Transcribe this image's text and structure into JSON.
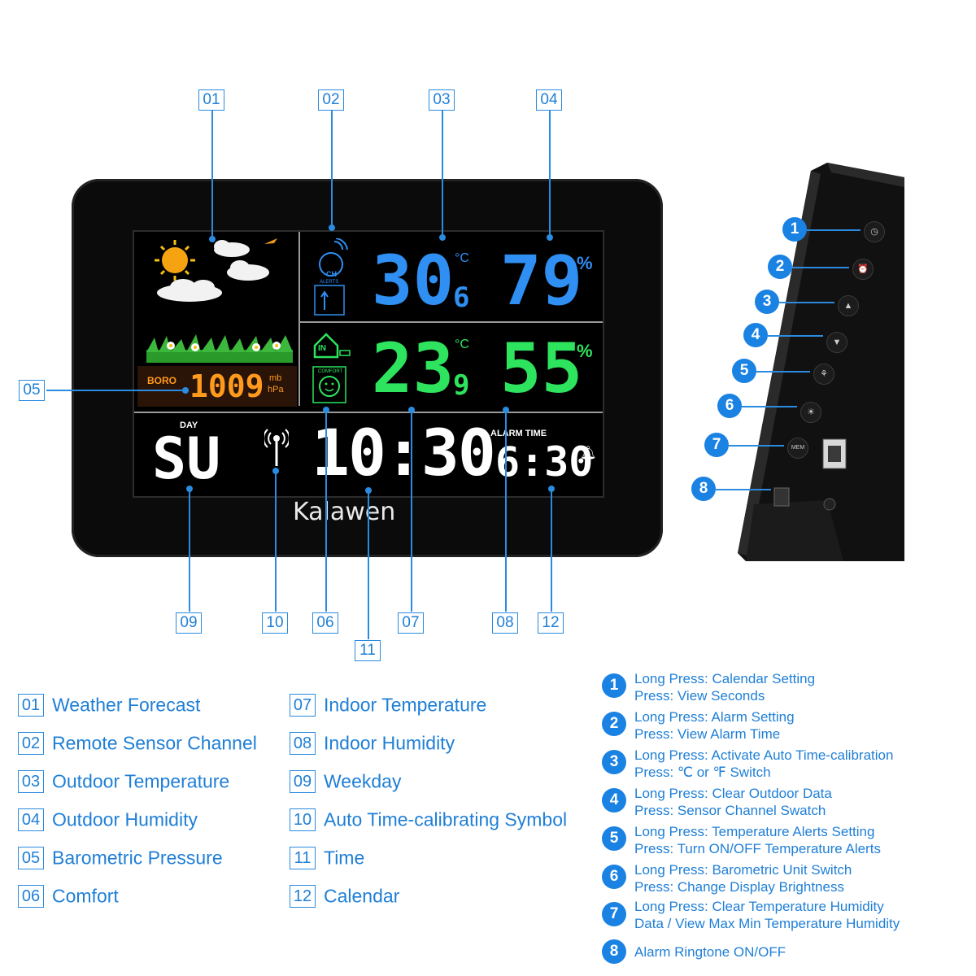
{
  "brand": "Kalawen",
  "callout_tags": [
    "01",
    "02",
    "03",
    "04",
    "05",
    "06",
    "07",
    "08",
    "09",
    "10",
    "11",
    "12"
  ],
  "display": {
    "barometer_label": "BORO",
    "pressure_value": "1009",
    "pressure_unit_top": "mb",
    "pressure_unit_bottom": "hPa",
    "channel_label": "CH",
    "alerts_label": "ALERTS",
    "indoor_label": "IN",
    "comfort_label": "COMFORT",
    "outdoor_temp_main": "30",
    "outdoor_temp_decimal": "6",
    "outdoor_humidity": "79",
    "indoor_temp_main": "23",
    "indoor_temp_decimal": "9",
    "indoor_humidity": "55",
    "temp_unit": "°C",
    "humidity_unit": "%",
    "day_label": "DAY",
    "weekday": "SU",
    "time": "10:30",
    "alarm_label": "ALARM TIME",
    "alarm_time": "6:30",
    "mem_label": "MEM"
  },
  "legend": [
    {
      "num": "01",
      "text": "Weather Forecast"
    },
    {
      "num": "02",
      "text": "Remote Sensor Channel"
    },
    {
      "num": "03",
      "text": "Outdoor Temperature"
    },
    {
      "num": "04",
      "text": "Outdoor Humidity"
    },
    {
      "num": "05",
      "text": "Barometric Pressure"
    },
    {
      "num": "06",
      "text": "Comfort"
    },
    {
      "num": "07",
      "text": "Indoor Temperature"
    },
    {
      "num": "08",
      "text": "Indoor Humidity"
    },
    {
      "num": "09",
      "text": "Weekday"
    },
    {
      "num": "10",
      "text": "Auto Time-calibrating Symbol"
    },
    {
      "num": "11",
      "text": "Time"
    },
    {
      "num": "12",
      "text": "Calendar"
    }
  ],
  "buttons": [
    {
      "num": "1",
      "lines": [
        "Long Press: Calendar Setting",
        "Press: View Seconds"
      ]
    },
    {
      "num": "2",
      "lines": [
        "Long Press: Alarm Setting",
        "Press: View Alarm Time"
      ]
    },
    {
      "num": "3",
      "lines": [
        "Long Press: Activate Auto Time-calibration",
        "Press: ℃ or ℉ Switch"
      ]
    },
    {
      "num": "4",
      "lines": [
        "Long Press: Clear Outdoor Data",
        "Press: Sensor Channel Swatch"
      ]
    },
    {
      "num": "5",
      "lines": [
        "Long Press: Temperature Alerts Setting",
        "Press: Turn ON/OFF Temperature Alerts"
      ]
    },
    {
      "num": "6",
      "lines": [
        "Long Press: Barometric Unit Switch",
        "Press: Change Display Brightness"
      ]
    },
    {
      "num": "7",
      "lines": [
        "Long Press: Clear Temperature Humidity",
        "Data / View Max Min Temperature Humidity"
      ]
    },
    {
      "num": "8",
      "lines": [
        "Alarm Ringtone ON/OFF"
      ]
    }
  ],
  "colors": {
    "accent": "#1a82e2",
    "lcd_blue": "#2f8ff2",
    "lcd_green": "#2ee35e",
    "lcd_orange": "#ff9a1c"
  },
  "icons": [
    "sun-icon",
    "cloud-icon",
    "grass-icon",
    "signal-icon",
    "house-icon",
    "smiley-icon",
    "alarm-bell-icon",
    "usb-port-icon",
    "stand-leg"
  ]
}
